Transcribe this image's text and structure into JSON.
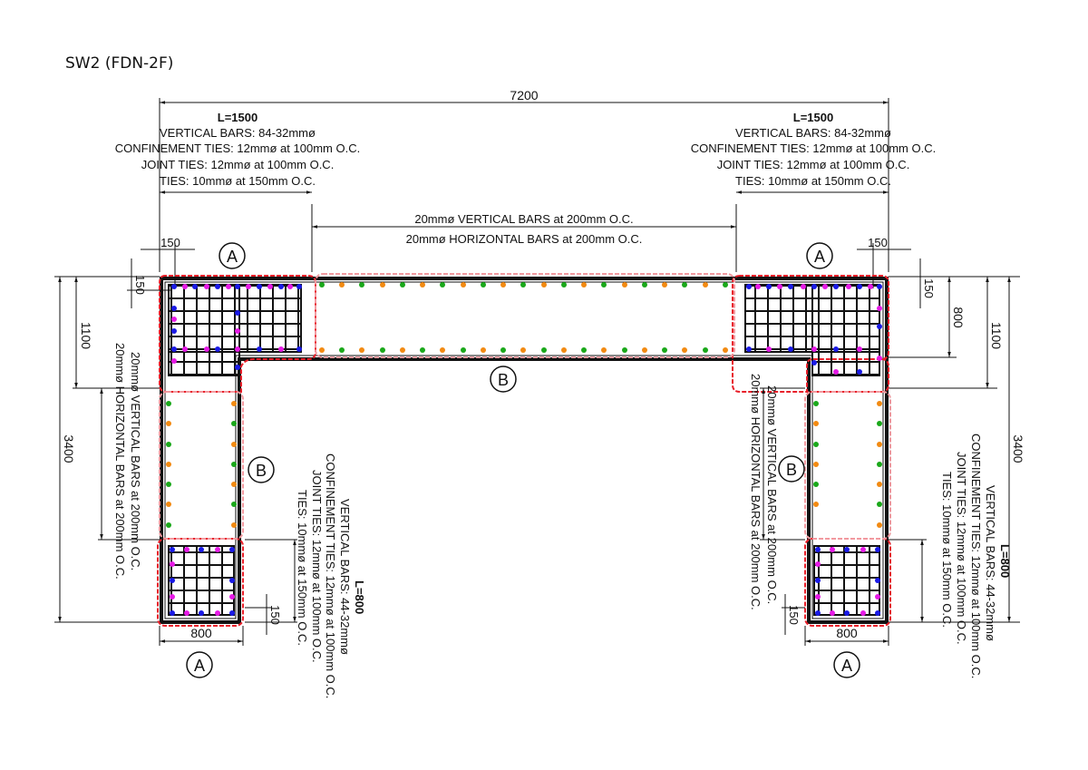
{
  "page": {
    "title": "SW2 (FDN-2F)"
  },
  "dimensions": {
    "overall_width": "7200",
    "overall_height": "3400",
    "flange_depth": "1100",
    "inner_depth": "800",
    "cover_top": "150",
    "cover_left": "150",
    "cover_right": "150",
    "cover_bottom_left": "150",
    "cover_bottom_right": "150",
    "leg_width_left": "800",
    "leg_width_right": "800"
  },
  "zones": {
    "a": "A",
    "b": "B"
  },
  "notes": {
    "top_left": {
      "length": "L=1500",
      "vertical_bars": "VERTICAL BARS: 84-32mmø",
      "confinement_ties": "CONFINEMENT TIES: 12mmø at 100mm O.C.",
      "joint_ties": "JOINT TIES: 12mmø at 100mm O.C.",
      "ties": "TIES: 10mmø at 150mm O.C."
    },
    "top_right": {
      "length": "L=1500",
      "vertical_bars": "VERTICAL BARS: 84-32mmø",
      "confinement_ties": "CONFINEMENT TIES: 12mmø at 100mm O.C.",
      "joint_ties": "JOINT TIES: 12mmø at 100mm O.C.",
      "ties": "TIES: 10mmø at 150mm O.C."
    },
    "web_top": {
      "vertical": "20mmø VERTICAL BARS at 200mm O.C.",
      "horizontal": "20mmø HORIZONTAL BARS at 200mm O.C."
    },
    "web_left": {
      "vertical": "20mmø VERTICAL BARS at 200mm O.C.",
      "horizontal": "20mmø HORIZONTAL BARS at 200mm O.C."
    },
    "web_right": {
      "vertical": "20mmø VERTICAL BARS at 200mm O.C.",
      "horizontal": "20mmø HORIZONTAL BARS at 200mm O.C."
    },
    "bottom_left": {
      "length": "L=800",
      "vertical_bars": "VERTICAL BARS: 44-32mmø",
      "confinement_ties": "CONFINEMENT TIES: 12mmø at 100mm O.C.",
      "joint_ties": "JOINT TIES: 12mmø at 100mm O.C.",
      "ties": "TIES: 10mmø at 150mm O.C."
    },
    "bottom_right": {
      "length": "L=800",
      "vertical_bars": "VERTICAL BARS: 44-32mmø",
      "confinement_ties": "CONFINEMENT TIES: 12mmø at 100mm O.C.",
      "joint_ties": "JOINT TIES: 12mmø at 100mm O.C.",
      "ties": "TIES: 10mmø at 150mm O.C."
    }
  },
  "colors": {
    "outline": "#111111",
    "revision_cloud": "#e8202a",
    "revision_cloud_light": "#f29aa0",
    "bar_green": "#1aa81a",
    "bar_orange": "#f28a12",
    "bar_blue": "#1a1ae6",
    "bar_magenta": "#e61ae6"
  }
}
